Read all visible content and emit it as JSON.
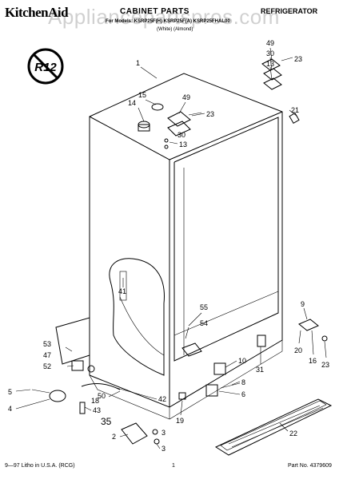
{
  "header": {
    "brand": "KitchenAid",
    "watermark": "Appliancepartspros.com",
    "title": "CABINET PARTS",
    "product": "REFRIGERATOR",
    "models": "For Models: KSRP25F(H) KSRP25F(A) KSRP25FHAL00",
    "colors": "(White)   (Almond)",
    "badge": "R12"
  },
  "callouts": [
    "1",
    "15",
    "14",
    "49",
    "23",
    "30",
    "13",
    "49",
    "30",
    "13",
    "23",
    "21",
    "41",
    "55",
    "54",
    "53",
    "47",
    "52",
    "50",
    "5",
    "4",
    "18",
    "43",
    "35",
    "2",
    "3",
    "3",
    "42",
    "10",
    "8",
    "6",
    "19",
    "9",
    "20",
    "16",
    "23",
    "31",
    "22"
  ],
  "footer": {
    "left": "9—97 Litho in U.S.A. (RCG)",
    "page": "1",
    "part_no": "Part No. 4379609"
  }
}
